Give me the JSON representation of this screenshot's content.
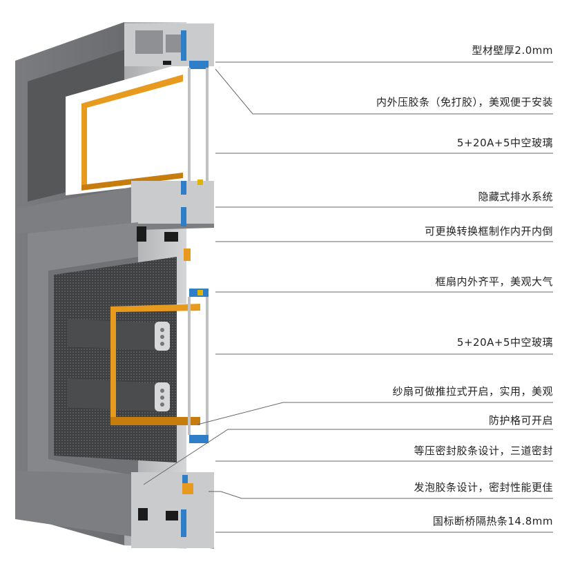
{
  "diagram": {
    "callouts": [
      {
        "label": "型材壁厚2.0mm"
      },
      {
        "label": "内外压胶条（免打胶），美观便于安装"
      },
      {
        "label": "5+20A+5中空玻璃"
      },
      {
        "label": "隐藏式排水系统"
      },
      {
        "label": "可更换转换框制作内开内倒"
      },
      {
        "label": "框扇内外齐平，美观大气"
      },
      {
        "label": "5+20A+5中空玻璃"
      },
      {
        "label": "纱扇可做推拉式开启，实用，美观"
      },
      {
        "label": "防护格可开启"
      },
      {
        "label": "等压密封胶条设计，三道密封"
      },
      {
        "label": "发泡胶条设计，密封性能更佳"
      },
      {
        "label": "国标断桥隔热条14.8mm"
      }
    ],
    "colors": {
      "aluminum_dark": "#6e7073",
      "aluminum_mid": "#8b8d90",
      "aluminum_light": "#c4c6c8",
      "thermal_strip": "#2f7fc8",
      "gasket": "#1b1b1b",
      "orange_seal": "#e79a1e",
      "screen_mesh": "#4a4a4c",
      "leader_line": "#666666"
    }
  }
}
